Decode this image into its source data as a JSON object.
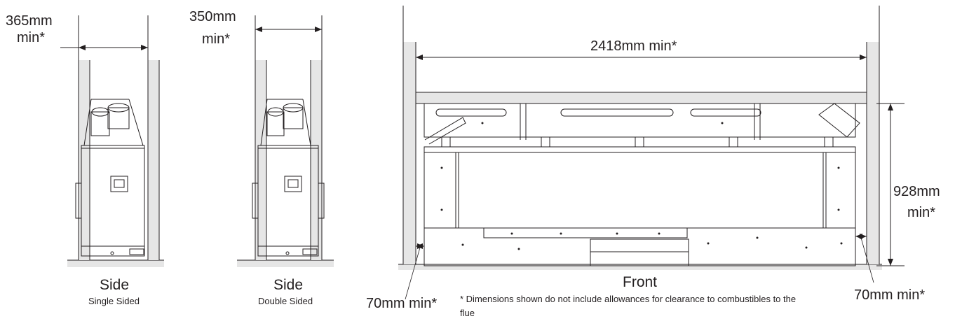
{
  "side_single": {
    "dimension_line1": "365mm",
    "dimension_line2": "min*",
    "title": "Side",
    "subtitle": "Single Sided"
  },
  "side_double": {
    "dimension_line1": "350mm",
    "dimension_line2": "min*",
    "title": "Side",
    "subtitle": "Double Sided"
  },
  "front": {
    "width_dimension": "2418mm min*",
    "height_dimension_line1": "928mm",
    "height_dimension_line2": "min*",
    "left_gap": "70mm min*",
    "right_gap": "70mm min*",
    "title": "Front"
  },
  "footnote": "* Dimensions shown do not include allowances for clearance to combustibles to the flue",
  "colors": {
    "line": "#231f20",
    "shade": "#e6e6e6"
  }
}
